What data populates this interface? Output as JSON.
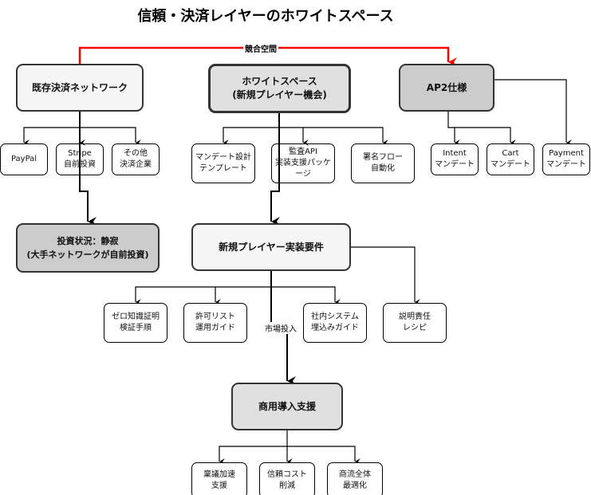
{
  "title": "信頼・決済レイヤーのホワイトスペース",
  "edge_labels": {
    "competition": "競合空間",
    "market": "市場投入"
  },
  "colors": {
    "competition_edge": "#ff0000",
    "light": "#f5f5f5",
    "mid": "#e0e0e0",
    "dark": "#cccccc"
  },
  "nodes": {
    "existing": "既存決済ネットワーク",
    "whitespace": "ホワイトスペース\n(新規プレイヤー機会)",
    "ap2": "AP2仕様",
    "paypal": "PayPal",
    "stripe": "Stripe\n自前投資",
    "other": "その他\n決済企業",
    "mandate_tpl": "マンデート設計\nテンプレート",
    "audit_api": "監査API\n実装支援パッケージ",
    "sign_flow": "署名フロー\n自動化",
    "intent": "Intent\nマンデート",
    "cart": "Cart\nマンデート",
    "payment": "Payment\nマンデート",
    "invest": "投資状況：静寂\n(大手ネットワークが自前投資)",
    "requirements": "新規プレイヤー実装要件",
    "zkp": "ゼロ知識証明\n検証手順",
    "allowlist": "許可リスト\n運用ガイド",
    "internal": "社内システム\n埋込みガイド",
    "accountability": "説明責任\nレシピ",
    "commercial": "商用導入支援",
    "approval": "稟議加速\n支援",
    "trust_cost": "信頼コスト\n削減",
    "commerce": "商流全体\n最適化"
  }
}
